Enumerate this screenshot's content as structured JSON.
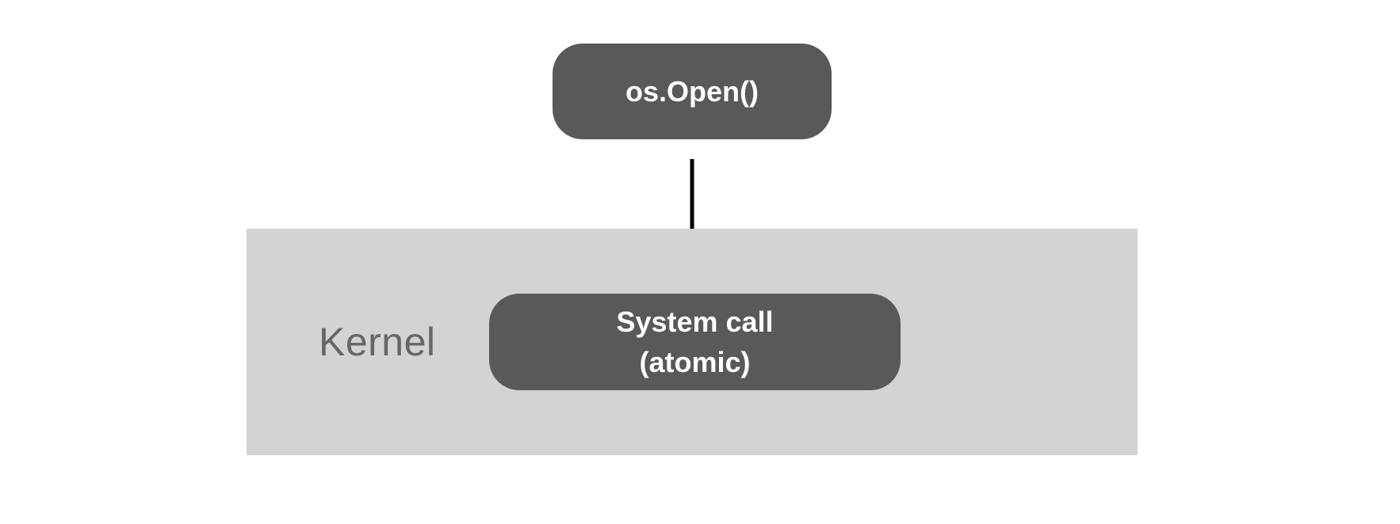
{
  "diagram": {
    "os_open_box": {
      "label": "os.Open()"
    },
    "arrow_icon": "down-arrow",
    "kernel_band": {
      "label": "Kernel"
    },
    "syscall_box": {
      "line1": "System call",
      "line2": "(atomic)"
    }
  },
  "colors": {
    "background": "#ffffff",
    "box_fill": "#595959",
    "box_text": "#ffffff",
    "kernel_band_fill": "#d3d3d3",
    "kernel_label_text": "#666666",
    "arrow": "#000000"
  }
}
